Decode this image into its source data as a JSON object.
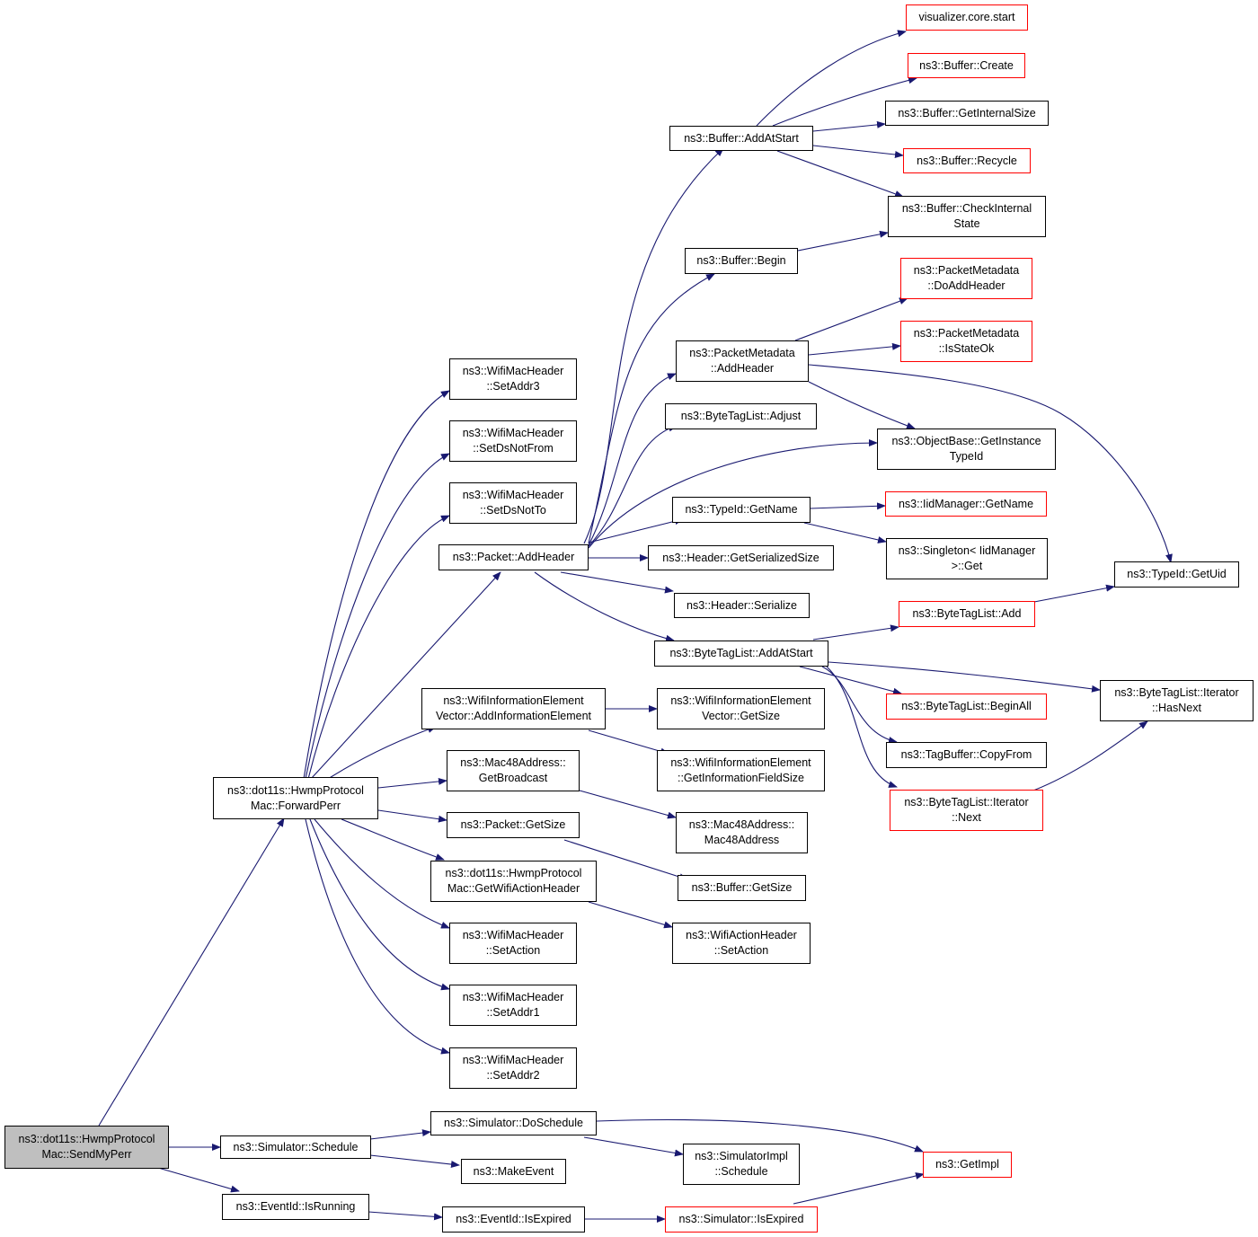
{
  "colors": {
    "edge": "#191970",
    "node_border": "#000000",
    "node_border_truncated": "#ff0000",
    "root_fill": "#bfbfbf"
  },
  "nodes": {
    "send_my_perr": "ns3::dot11s::HwmpProtocol\nMac::SendMyPerr",
    "forward_perr": "ns3::dot11s::HwmpProtocol\nMac::ForwardPerr",
    "simulator_schedule": "ns3::Simulator::Schedule",
    "eventid_is_running": "ns3::EventId::IsRunning",
    "set_addr3": "ns3::WifiMacHeader\n::SetAddr3",
    "set_ds_not_from": "ns3::WifiMacHeader\n::SetDsNotFrom",
    "set_ds_not_to": "ns3::WifiMacHeader\n::SetDsNotTo",
    "packet_add_header": "ns3::Packet::AddHeader",
    "add_information_element": "ns3::WifiInformationElement\nVector::AddInformationElement",
    "get_broadcast": "ns3::Mac48Address::\nGetBroadcast",
    "packet_get_size": "ns3::Packet::GetSize",
    "get_wifi_action_header": "ns3::dot11s::HwmpProtocol\nMac::GetWifiActionHeader",
    "set_action": "ns3::WifiMacHeader\n::SetAction",
    "set_addr1": "ns3::WifiMacHeader\n::SetAddr1",
    "set_addr2": "ns3::WifiMacHeader\n::SetAddr2",
    "do_schedule": "ns3::Simulator::DoSchedule",
    "make_event": "ns3::MakeEvent",
    "eventid_is_expired": "ns3::EventId::IsExpired",
    "buffer_add_at_start": "ns3::Buffer::AddAtStart",
    "buffer_begin": "ns3::Buffer::Begin",
    "packet_metadata_add_header": "ns3::PacketMetadata\n::AddHeader",
    "byte_tag_list_adjust": "ns3::ByteTagList::Adjust",
    "typeid_get_name": "ns3::TypeId::GetName",
    "header_get_serialized_size": "ns3::Header::GetSerializedSize",
    "header_serialize": "ns3::Header::Serialize",
    "byte_tag_list_add_at_start": "ns3::ByteTagList::AddAtStart",
    "wie_vector_get_size": "ns3::WifiInformationElement\nVector::GetSize",
    "wie_get_information_field_size": "ns3::WifiInformationElement\n::GetInformationFieldSize",
    "mac48address_ctor": "ns3::Mac48Address::\nMac48Address",
    "buffer_get_size": "ns3::Buffer::GetSize",
    "wifi_action_header_set_action": "ns3::WifiActionHeader\n::SetAction",
    "simulator_impl_schedule": "ns3::SimulatorImpl\n::Schedule",
    "simulator_is_expired": "ns3::Simulator::IsExpired",
    "visualizer_core_start": "visualizer.core.start",
    "buffer_create": "ns3::Buffer::Create",
    "buffer_get_internal_size": "ns3::Buffer::GetInternalSize",
    "buffer_recycle": "ns3::Buffer::Recycle",
    "buffer_check_internal_state": "ns3::Buffer::CheckInternal\nState",
    "packet_metadata_do_add_header": "ns3::PacketMetadata\n::DoAddHeader",
    "packet_metadata_is_state_ok": "ns3::PacketMetadata\n::IsStateOk",
    "object_base_get_instance_type_id": "ns3::ObjectBase::GetInstance\nTypeId",
    "iid_manager_get_name": "ns3::IidManager::GetName",
    "singleton_get": "ns3::Singleton< IidManager\n >::Get",
    "byte_tag_list_add": "ns3::ByteTagList::Add",
    "byte_tag_list_begin_all": "ns3::ByteTagList::BeginAll",
    "tag_buffer_copy_from": "ns3::TagBuffer::CopyFrom",
    "iterator_next": "ns3::ByteTagList::Iterator\n::Next",
    "get_impl": "ns3::GetImpl",
    "typeid_get_uid": "ns3::TypeId::GetUid",
    "iterator_has_next": "ns3::ByteTagList::Iterator\n::HasNext"
  }
}
